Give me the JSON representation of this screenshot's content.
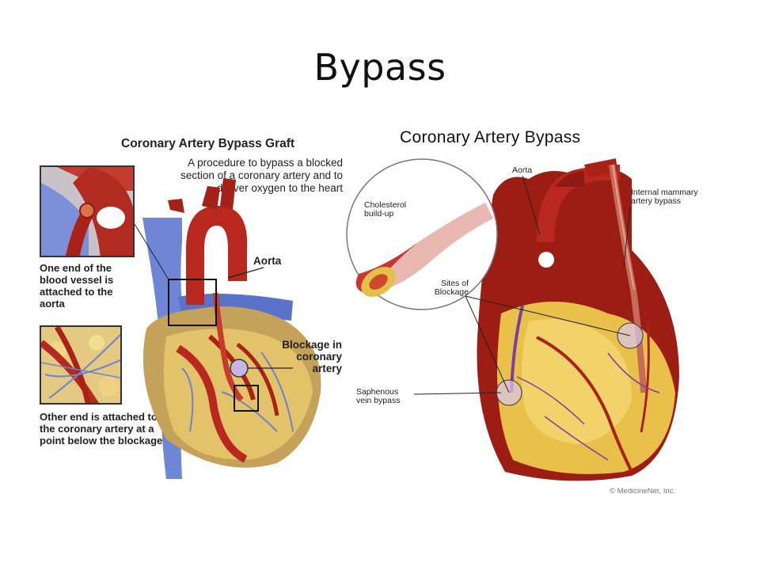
{
  "slide": {
    "title": "Bypass"
  },
  "left_figure": {
    "heading": "Coronary Artery Bypass Graft",
    "subtitle": "A procedure to bypass a blocked section of a coronary artery and to deliver oxygen to the heart",
    "note_top": "One end of the blood vessel is attached to the aorta",
    "note_bottom": "Other end is attached to the coronary artery at a point below the blockage",
    "label_aorta": "Aorta",
    "label_blockage": "Blockage in coronary artery"
  },
  "right_figure": {
    "heading": "Coronary Artery Bypass",
    "label_aorta": "Aorta",
    "label_mammary": "Internal mammary artery bypass",
    "label_cholesterol": "Cholesterol build-up",
    "label_sites": "Sites of Blockage",
    "label_saphenous": "Saphenous vein bypass",
    "copyright": "© MedicineNet, Inc."
  },
  "colors": {
    "artery_red": "#b8281f",
    "heart_red": "#9c1d14",
    "vein_blue": "#6f85d6",
    "fat_yellow": "#e8c04a",
    "bypass_purple": "#7a3fa0"
  }
}
